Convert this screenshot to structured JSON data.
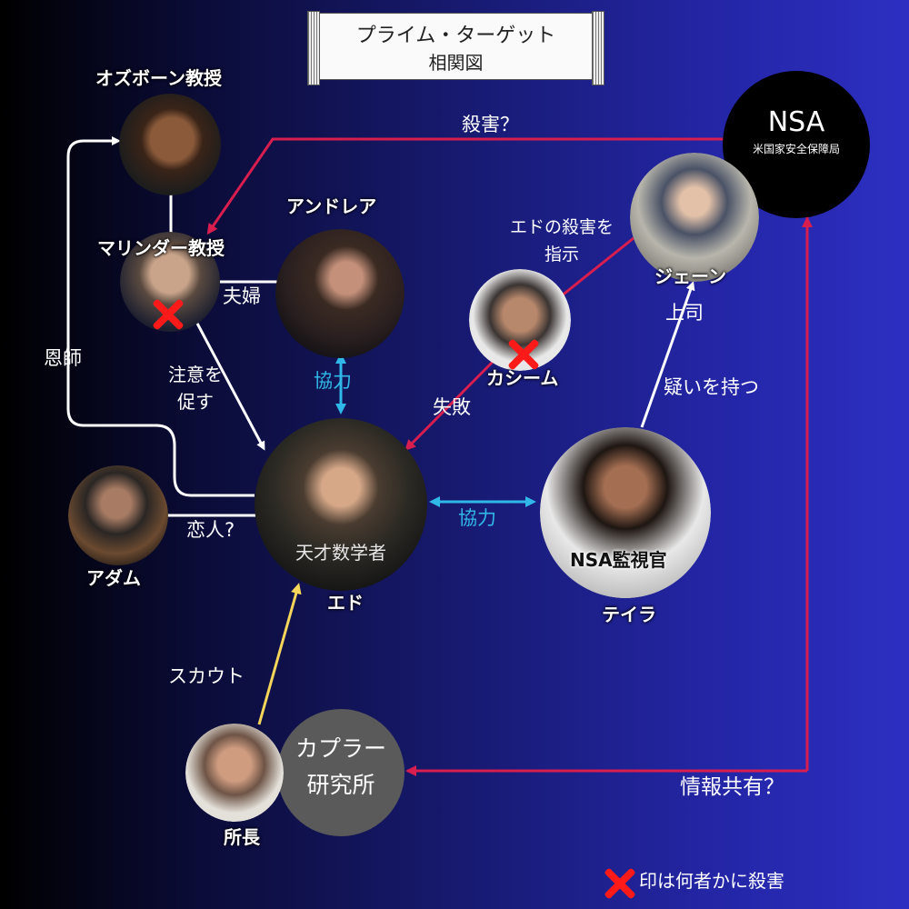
{
  "title": {
    "line1": "プライム・ターゲット",
    "line2": "相関図"
  },
  "characters": {
    "osborne": {
      "name": "オズボーン教授"
    },
    "mallinder": {
      "name": "マリンダー教授"
    },
    "andrea": {
      "name": "アンドレア"
    },
    "kasim": {
      "name": "カシーム"
    },
    "jane": {
      "name": "ジェーン"
    },
    "ed": {
      "name": "エド",
      "caption": "天才数学者"
    },
    "adam": {
      "name": "アダム"
    },
    "taylor": {
      "name": "テイラ",
      "caption": "NSA監視官"
    },
    "director": {
      "name": "所長"
    }
  },
  "organizations": {
    "nsa": {
      "name": "NSA",
      "full": "米国家安全保障局"
    },
    "kepler": {
      "line1": "カプラー",
      "line2": "研究所"
    }
  },
  "relations": {
    "murder_q": "殺害？",
    "order_line1": "エドの殺害を",
    "order_line2": "指示",
    "couple": "夫婦",
    "mentor": "恩師",
    "warn_line1": "注意を",
    "warn_line2": "促す",
    "coop_andrea": "協力",
    "fail": "失敗",
    "boss": "上司",
    "suspect": "疑いを持つ",
    "coop_taylor": "協力",
    "lover_q": "恋人?",
    "scout": "スカウト",
    "info_share": "情報共有？"
  },
  "legend": {
    "text": "印は何者かに殺害"
  },
  "colors": {
    "crimson": "#d81e4f",
    "cyan": "#30b8e8",
    "white": "#ffffff",
    "yellow": "#f5d55a",
    "kill_mark": "#ff1a1a"
  }
}
